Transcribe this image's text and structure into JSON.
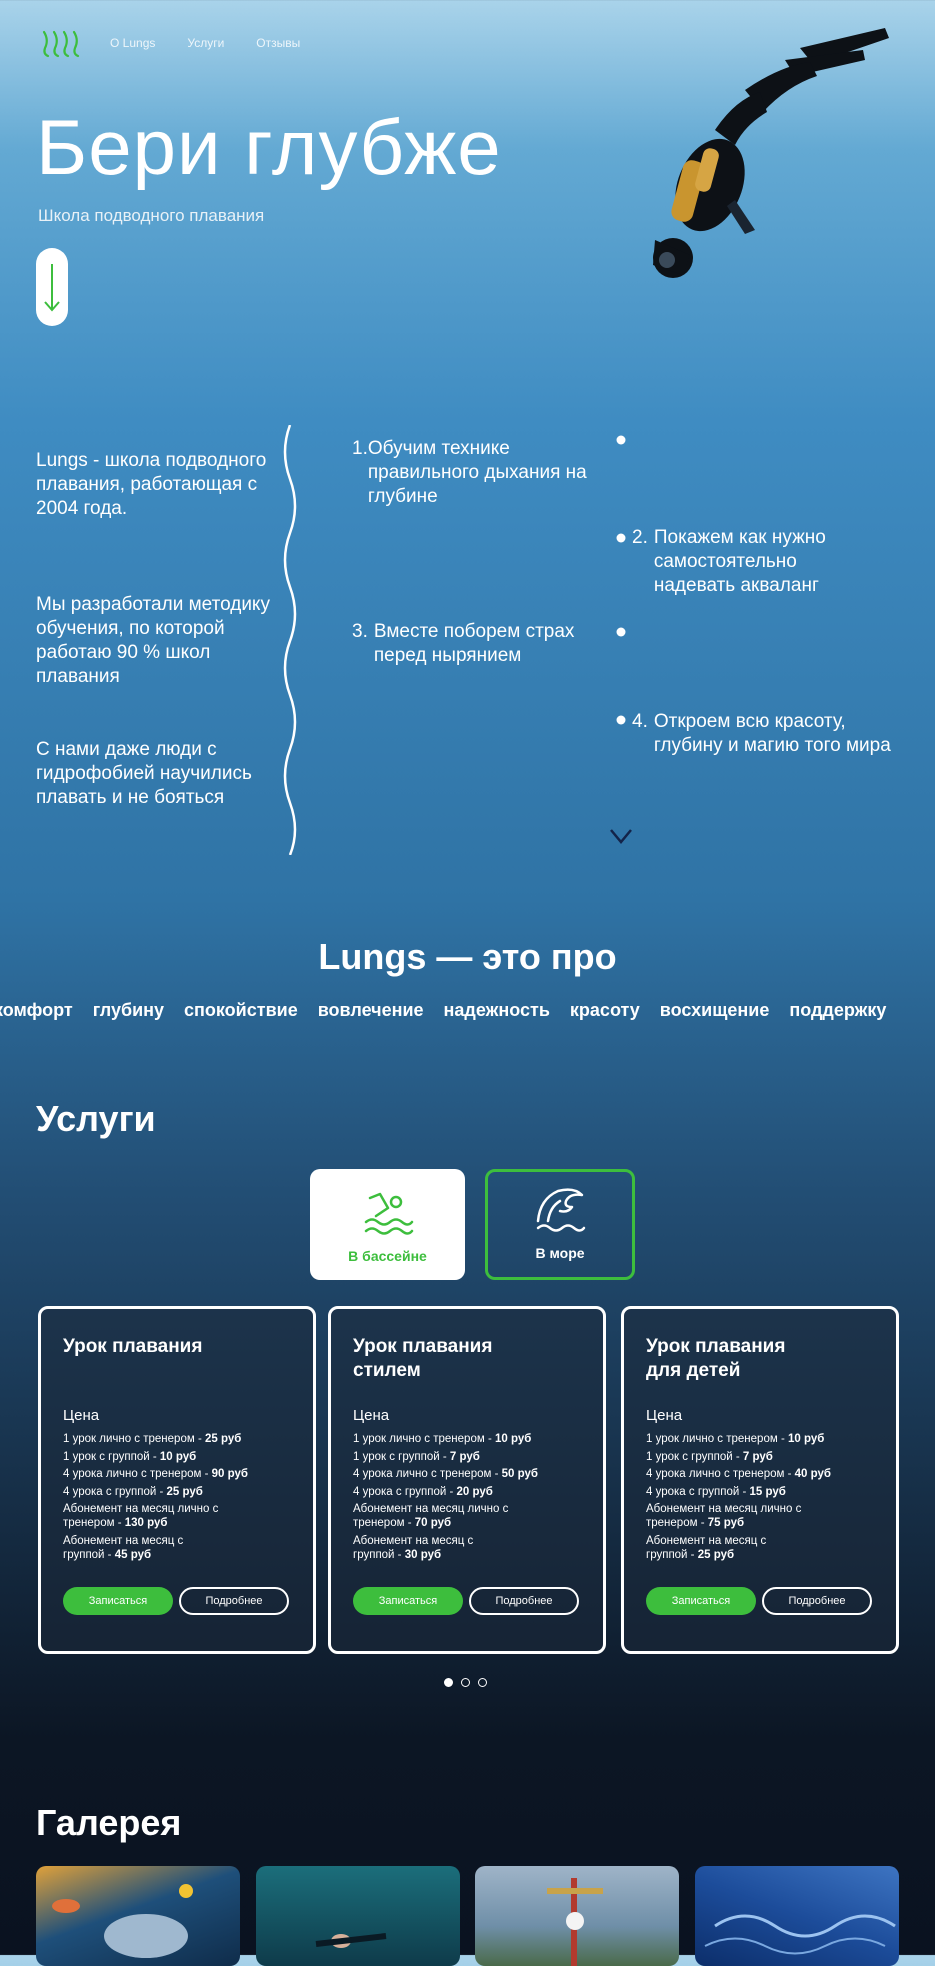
{
  "nav": {
    "items": [
      "О Lungs",
      "Услуги",
      "Отзывы"
    ]
  },
  "hero": {
    "title": "Бери глубже",
    "subtitle": "Школа подводного плавания"
  },
  "intro": {
    "paragraphs": [
      "Lungs - школа подводного плавания, работающая с 2004 года.",
      "Мы разработали методику обучения, по которой работаю 90 % школ плавания",
      "С нами даже люди с гидрофобией научились плавать и не бояться"
    ]
  },
  "steps": [
    {
      "num": "1.",
      "text": "Обучим технике правильного дыхания на глубине"
    },
    {
      "num": "2.",
      "text": "Покажем как нужно самостоятельно надевать акваланг"
    },
    {
      "num": "3.",
      "text": "Вместе поборем страх перед нырянием"
    },
    {
      "num": "4.",
      "text": "Откроем всю красоту, глубину и магию того мира"
    }
  ],
  "pro": {
    "title": "Lungs — это про",
    "words": [
      "комфорт",
      "глубину",
      "спокойствие",
      "вовлечение",
      "надежность",
      "красоту",
      "восхищение",
      "поддержку"
    ]
  },
  "services": {
    "title": "Услуги",
    "tabs": {
      "pool": "В бассейне",
      "sea": "В море"
    },
    "price_label": "Цена",
    "signup_label": "Записаться",
    "more_label": "Подробнее",
    "cards": [
      {
        "title": "Урок плавания",
        "lines": [
          {
            "label": "1 урок лично с тренером - ",
            "price": "25 руб"
          },
          {
            "label": "1 урок с группой - ",
            "price": "10 руб"
          },
          {
            "label": "4 урока лично с тренером - ",
            "price": "90 руб"
          },
          {
            "label": "4 урока с группой - ",
            "price": "25 руб"
          },
          {
            "label": "Абонемент на месяц лично с тренером - ",
            "price": "130 руб"
          },
          {
            "label": "Абонемент на месяц с группой - ",
            "price": "45 руб"
          }
        ]
      },
      {
        "title": "Урок плавания стилем",
        "lines": [
          {
            "label": "1 урок лично с тренером - ",
            "price": "10 руб"
          },
          {
            "label": "1 урок с группой - ",
            "price": "7 руб"
          },
          {
            "label": "4 урока лично с тренером - ",
            "price": "50 руб"
          },
          {
            "label": "4 урока с группой - ",
            "price": "20 руб"
          },
          {
            "label": "Абонемент на месяц лично с тренером - ",
            "price": "70 руб"
          },
          {
            "label": "Абонемент на месяц с группой - ",
            "price": "30 руб"
          }
        ]
      },
      {
        "title": "Урок плавания для детей",
        "lines": [
          {
            "label": "1 урок лично с тренером - ",
            "price": "10 руб"
          },
          {
            "label": "1 урок с группой - ",
            "price": "7 руб"
          },
          {
            "label": "4 урока лично с тренером - ",
            "price": "40 руб"
          },
          {
            "label": "4 урока с группой - ",
            "price": "15 руб"
          },
          {
            "label": "Абонемент на месяц лично с тренером - ",
            "price": "75 руб"
          },
          {
            "label": "Абонемент на месяц с группой - ",
            "price": "25 руб"
          }
        ]
      }
    ]
  },
  "gallery": {
    "title": "Галерея"
  },
  "colors": {
    "accent": "#3dbe3d",
    "dark": "#0a1220"
  }
}
